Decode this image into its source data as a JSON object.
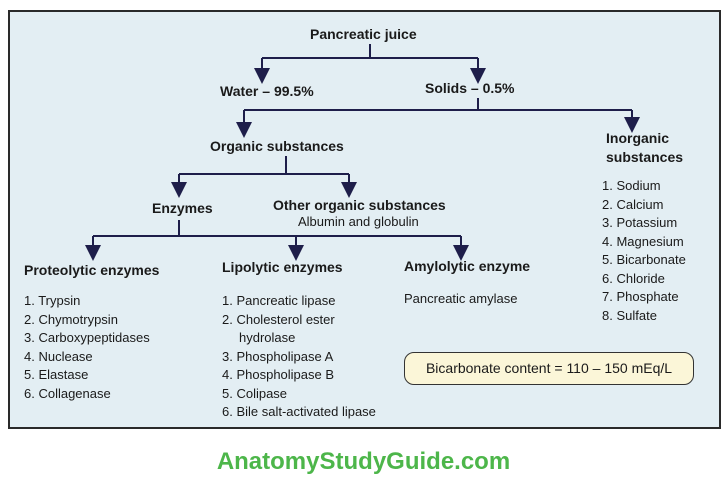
{
  "diagram": {
    "root": "Pancreatic juice",
    "water": "Water – 99.5%",
    "solids": "Solids – 0.5%",
    "organic": "Organic substances",
    "inorganic_line1": "Inorganic",
    "inorganic_line2": "substances",
    "inorganic_items": [
      "1. Sodium",
      "2. Calcium",
      "3. Potassium",
      "4. Magnesium",
      "5. Bicarbonate",
      "6. Chloride",
      "7. Phosphate",
      "8. Sulfate"
    ],
    "enzymes": "Enzymes",
    "other_organic": "Other organic substances",
    "other_organic_detail": "Albumin and globulin",
    "proteolytic": {
      "title": "Proteolytic enzymes",
      "items": [
        "1. Trypsin",
        "2. Chymotrypsin",
        "3. Carboxypeptidases",
        "4. Nuclease",
        "5. Elastase",
        "6. Collagenase"
      ]
    },
    "lipolytic": {
      "title": "Lipolytic enzymes",
      "items": [
        "1. Pancreatic lipase",
        "2. Cholesterol ester",
        "    hydrolase",
        "3. Phospholipase A",
        "4. Phospholipase B",
        "5. Colipase",
        "6. Bile salt-activated lipase"
      ]
    },
    "amylolytic": {
      "title": "Amylolytic  enzyme",
      "item": "Pancreatic amylase"
    },
    "bicarbonate_note": "Bicarbonate content = 110 – 150 mEq/L"
  },
  "footer": "AnatomyStudyGuide.com",
  "colors": {
    "panel_bg": "#e3eef3",
    "line": "#1e1e4a",
    "footer": "#4db64a",
    "note_bg": "#fbf6d8"
  }
}
